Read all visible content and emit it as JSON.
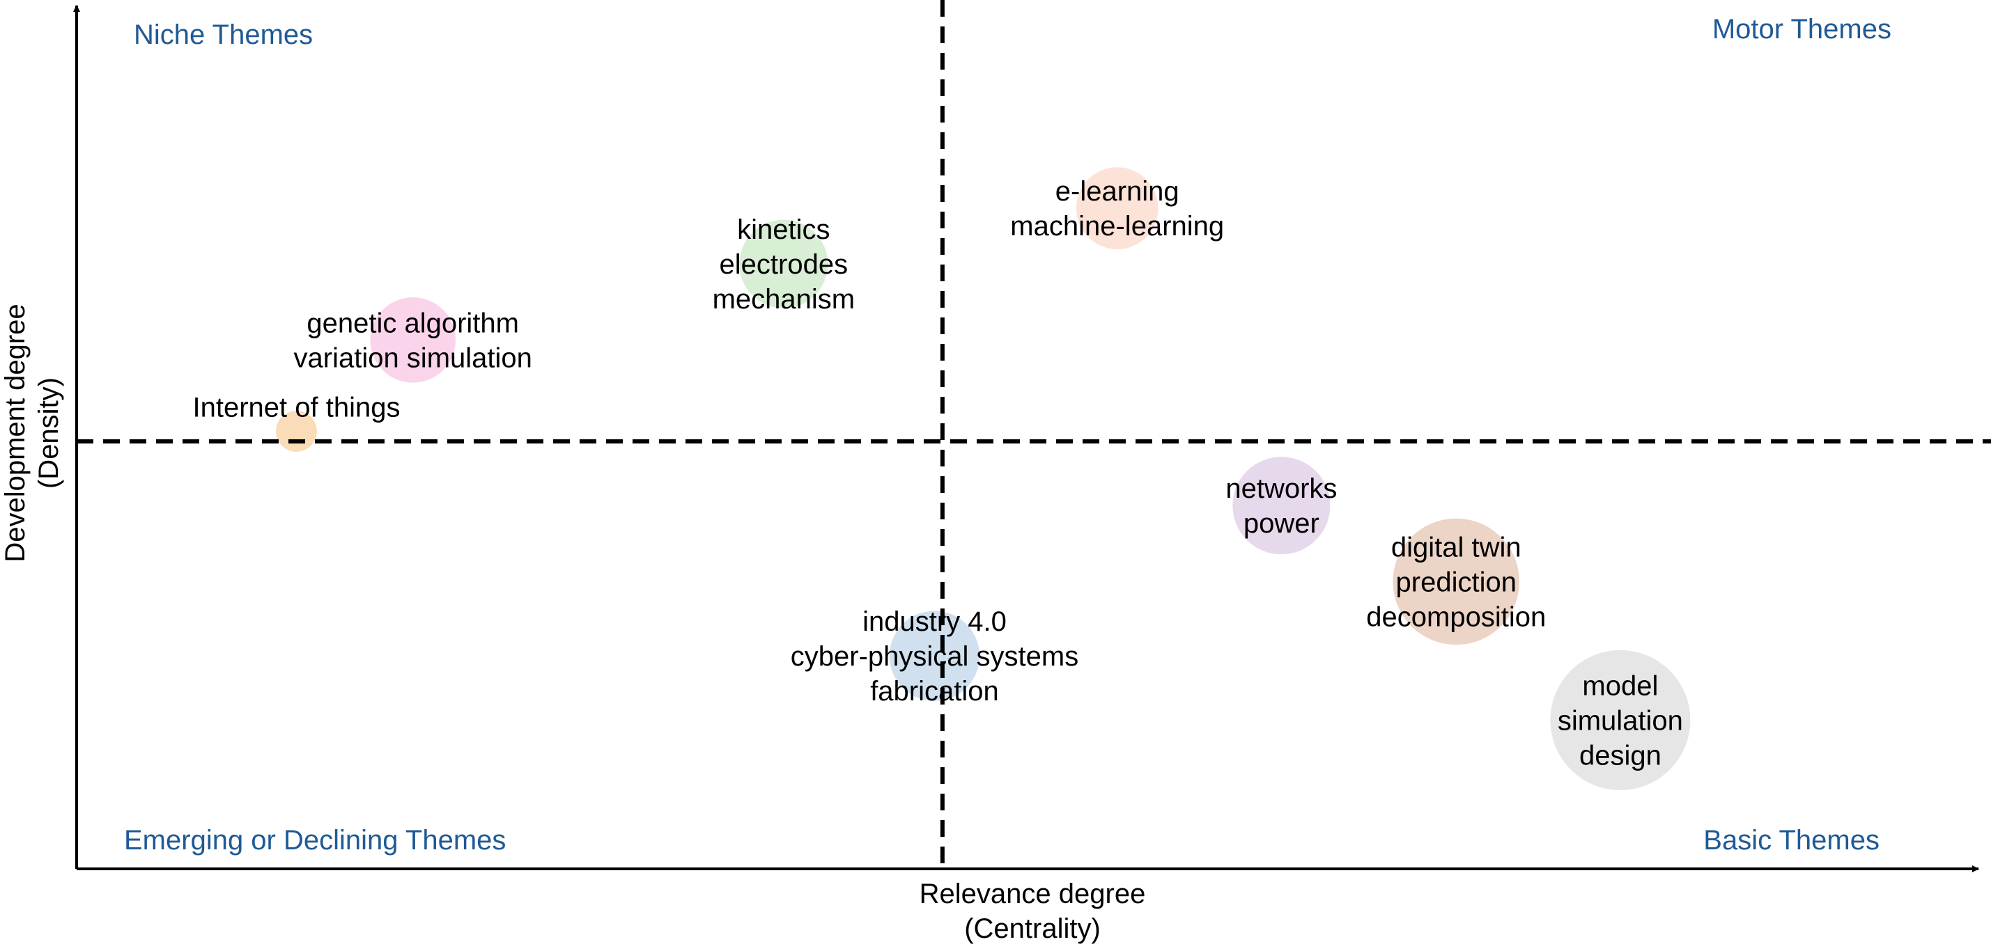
{
  "chart_data": {
    "type": "scatter",
    "title": "",
    "xlabel": [
      "Relevance degree",
      "(Centrality)"
    ],
    "ylabel": [
      "Development degree",
      "(Density)"
    ],
    "xlim": [
      -3.27,
      3.86
    ],
    "ylim": [
      -2.53,
      2.53
    ],
    "grid": false,
    "legend": "none",
    "quadrant_colour": "#1f5a96",
    "quadrants": {
      "top_left": "Niche Themes",
      "top_right": "Motor Themes",
      "bottom_left": "Emerging or Declining Themes",
      "bottom_right": "Basic Themes"
    },
    "points": [
      {
        "id": "p1",
        "x": -2.44,
        "y": 0.06,
        "size": 0.6,
        "color": "#fbdcb8",
        "labels": [
          "Internet of things"
        ]
      },
      {
        "id": "p2",
        "x": -2.0,
        "y": 0.6,
        "size": 2.6,
        "color": "#fad4ea",
        "labels": [
          "genetic algorithm",
          "variation simulation"
        ]
      },
      {
        "id": "p3",
        "x": -0.6,
        "y": 1.05,
        "size": 2.8,
        "color": "#d8eed5",
        "labels": [
          "kinetics",
          "electrodes",
          "mechanism"
        ]
      },
      {
        "id": "p4",
        "x": 0.66,
        "y": 1.38,
        "size": 2.4,
        "color": "#fde2d8",
        "labels": [
          "e-learning",
          "machine-learning"
        ]
      },
      {
        "id": "p5",
        "x": 1.28,
        "y": -0.38,
        "size": 3.4,
        "color": "#e7d9ec",
        "labels": [
          "networks",
          "power"
        ]
      },
      {
        "id": "p6",
        "x": 1.94,
        "y": -0.83,
        "size": 5.7,
        "color": "#ecd4c6",
        "labels": [
          "digital twin",
          "prediction",
          "decomposition"
        ]
      },
      {
        "id": "p7",
        "x": -0.03,
        "y": -1.27,
        "size": 2.9,
        "color": "#d0e0ef",
        "labels": [
          "industry 4.0",
          "cyber-physical systems",
          "fabrication"
        ]
      },
      {
        "id": "p8",
        "x": 2.56,
        "y": -1.65,
        "size": 7.0,
        "color": "#e6e6e6",
        "labels": [
          "model",
          "simulation",
          "design"
        ]
      }
    ]
  }
}
